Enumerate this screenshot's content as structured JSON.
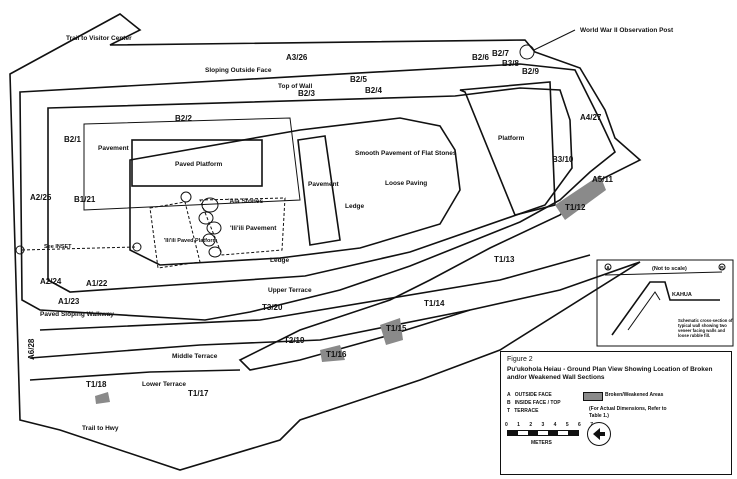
{
  "labels": {
    "trail_visitor": "Trail to Visitor Center",
    "trail_hwy": "Trail to Hwy",
    "wwii_post": "World War II Observation Post",
    "sloping_outside_face": "Sloping Outside Face",
    "top_of_wall": "Top of Wall",
    "pavement_left": "Pavement",
    "paved_platform": "Paved Platform",
    "smooth_pavement": "Smooth Pavement of Flat Stones",
    "pavement_mid": "Pavement",
    "loose_paving": "Loose Paving",
    "platform_right": "Platform",
    "ala_stones": "'Ala Stones",
    "iliili_pavement": "'Ili'ili Pavement",
    "iliili_platform": "'Ili'ili Paved Platform",
    "ledge_mid": "Ledge",
    "ledge_lower": "Ledge",
    "upper_terrace": "Upper Terrace",
    "middle_terrace": "Middle Terrace",
    "lower_terrace": "Lower Terrace",
    "paved_walkway": "Paved Sloping Walkway",
    "section_inset": "See INSET"
  },
  "sections": [
    "A3/26",
    "B2/6",
    "B2/7",
    "B3/8",
    "B2/9",
    "B2/5",
    "B2/3",
    "B2/4",
    "B2/2",
    "B2/1",
    "A4/27",
    "B3/10",
    "A5/11",
    "T1/12",
    "A2/25",
    "B1/21",
    "A2/24",
    "A1/22",
    "A1/23",
    "T1/13",
    "T3/20",
    "T1/14",
    "T1/15",
    "T2/19",
    "T1/16",
    "A6/28",
    "T1/18",
    "T1/17"
  ],
  "inset": {
    "label_top": "(Not to scale)",
    "kahua": "KAHUA",
    "caption": "Schematic cross-section of typical wall showing two veneer facing walls and loose rubble fill.",
    "marker_a": "A",
    "marker_b": "B"
  },
  "legend": {
    "figure": "Figure 2",
    "title": "Pu'ukohola Heiau - Ground Plan View Showing Location of Broken and/or Weakened Wall Sections",
    "keys": [
      {
        "code": "A",
        "text": "OUTSIDE FACE"
      },
      {
        "code": "B",
        "text": "INSIDE FACE / TOP"
      },
      {
        "code": "T",
        "text": "TERRACE"
      }
    ],
    "swatch_label": "Broken/Weakened Areas",
    "note": "(For Actual Dimensions, Refer to Table 1.)",
    "scale_numbers": "0 1 2 3 4 5 6 7",
    "scale_unit": "METERS",
    "colors": {
      "damage": "#8a8a8a",
      "ink": "#111111"
    }
  }
}
